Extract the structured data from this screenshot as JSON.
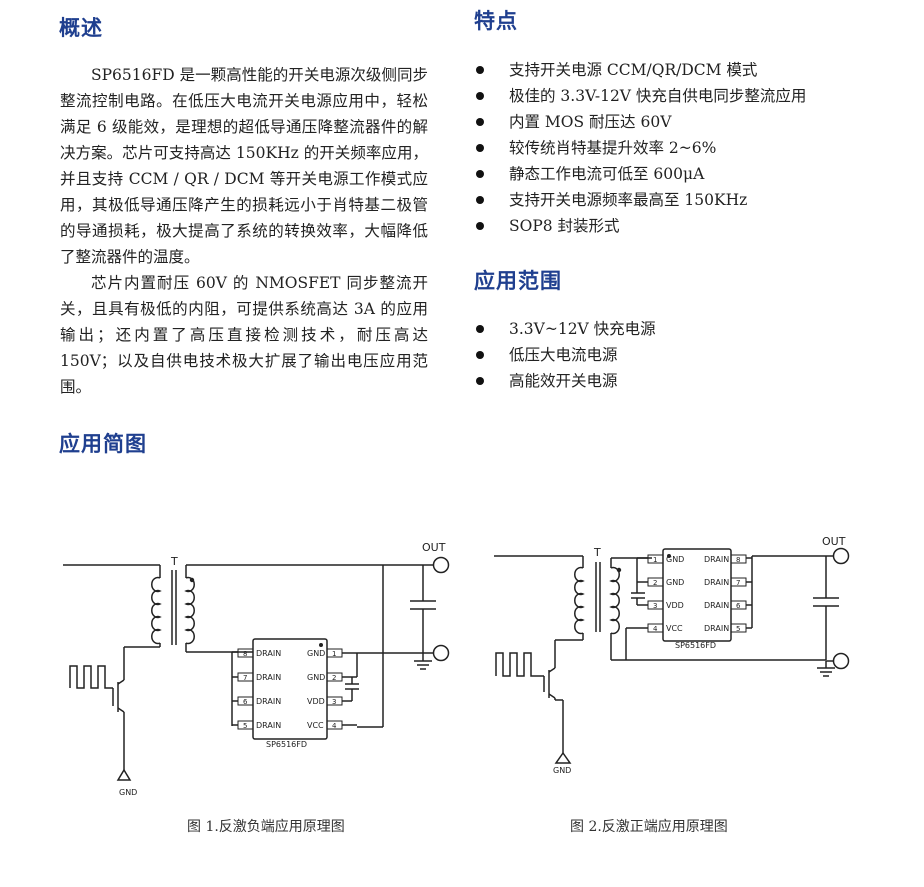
{
  "overview": {
    "heading": "概述",
    "p1": "SP6516FD 是一颗高性能的开关电源次级侧同步整流控制电路。在低压大电流开关电源应用中，轻松满足 6 级能效，是理想的超低导通压降整流器件的解决方案。芯片可支持高达 150KHz 的开关频率应用，并且支持 CCM / QR / DCM 等开关电源工作模式应用，其极低导通压降产生的损耗远小于肖特基二极管的导通损耗，极大提高了系统的转换效率，大幅降低了整流器件的温度。",
    "p2": "芯片内置耐压 60V 的 NMOSFET 同步整流开关，且具有极低的内阻，可提供系统高达 3A 的应用输出；还内置了高压直接检测技术，耐压高达 150V；以及自供电技术极大扩展了输出电压应用范围。"
  },
  "features": {
    "heading": "特点",
    "items": [
      "支持开关电源 CCM/QR/DCM 模式",
      "极佳的 3.3V-12V 快充自供电同步整流应用",
      "内置 MOS 耐压达 60V",
      "较传统肖特基提升效率 2~6%",
      "静态工作电流可低至 600μA",
      "支持开关电源频率最高至 150KHz",
      "SOP8 封装形式"
    ]
  },
  "applications": {
    "heading": "应用范围",
    "items": [
      "3.3V~12V 快充电源",
      "低压大电流电源",
      "高能效开关电源"
    ]
  },
  "diagram": {
    "heading": "应用简图",
    "fig1": {
      "caption": "图 1.反激负端应用原理图",
      "chip": "SP6516FD",
      "pins_left": [
        {
          "num": "8",
          "name": "DRAIN"
        },
        {
          "num": "7",
          "name": "DRAIN"
        },
        {
          "num": "6",
          "name": "DRAIN"
        },
        {
          "num": "5",
          "name": "DRAIN"
        }
      ],
      "pins_right": [
        {
          "num": "1",
          "name": "GND"
        },
        {
          "num": "2",
          "name": "GND"
        },
        {
          "num": "3",
          "name": "VDD"
        },
        {
          "num": "4",
          "name": "VCC"
        }
      ],
      "out_label": "OUT",
      "gnd_label": "GND",
      "t_label": "T"
    },
    "fig2": {
      "caption": "图 2.反激正端应用原理图",
      "chip": "SP6516FD",
      "pins_left": [
        {
          "num": "1",
          "name": "GND"
        },
        {
          "num": "2",
          "name": "GND"
        },
        {
          "num": "3",
          "name": "VDD"
        },
        {
          "num": "4",
          "name": "VCC"
        }
      ],
      "pins_right": [
        {
          "num": "8",
          "name": "DRAIN"
        },
        {
          "num": "7",
          "name": "DRAIN"
        },
        {
          "num": "6",
          "name": "DRAIN"
        },
        {
          "num": "5",
          "name": "DRAIN"
        }
      ],
      "out_label": "OUT",
      "gnd_label": "GND",
      "t_label": "T"
    }
  }
}
